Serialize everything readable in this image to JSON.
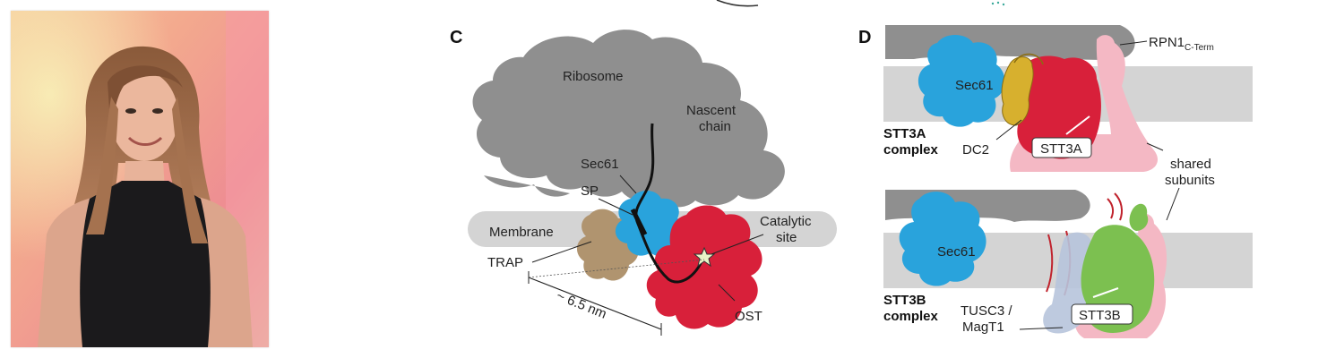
{
  "photo": {
    "caption": ""
  },
  "panel_c": {
    "letter": "C",
    "labels": {
      "ribosome": "Ribosome",
      "nascent_1": "Nascent",
      "nascent_2": "chain",
      "sec61": "Sec61",
      "sp": "SP",
      "membrane": "Membrane",
      "catalytic_1": "Catalytic",
      "catalytic_2": "site",
      "trap": "TRAP",
      "distance": "~ 6.5 nm",
      "ost": "OST"
    }
  },
  "panel_d": {
    "letter": "D",
    "top": {
      "sec61": "Sec61",
      "complex_1": "STT3A",
      "complex_2": "complex",
      "dc2": "DC2",
      "stt3a": "STT3A",
      "rpn1": "RPN1",
      "rpn1_sub": "C-Term"
    },
    "shared_1": "shared",
    "shared_2": "subunits",
    "bottom": {
      "sec61": "Sec61",
      "complex_1": "STT3B",
      "complex_2": "complex",
      "tusc_1": "TUSC3 /",
      "tusc_2": "MagT1",
      "stt3b": "STT3B"
    }
  },
  "colors": {
    "ribosome": "#8f8f8f",
    "membrane": "#d4d4d4",
    "sec61": "#29a3dc",
    "ost": "#d8203a",
    "trap": "#b0946f",
    "dc2": "#d7b02e",
    "pink": "#f4b8c4",
    "stt3b": "#7cc050",
    "tusc": "#b7c4dc"
  }
}
